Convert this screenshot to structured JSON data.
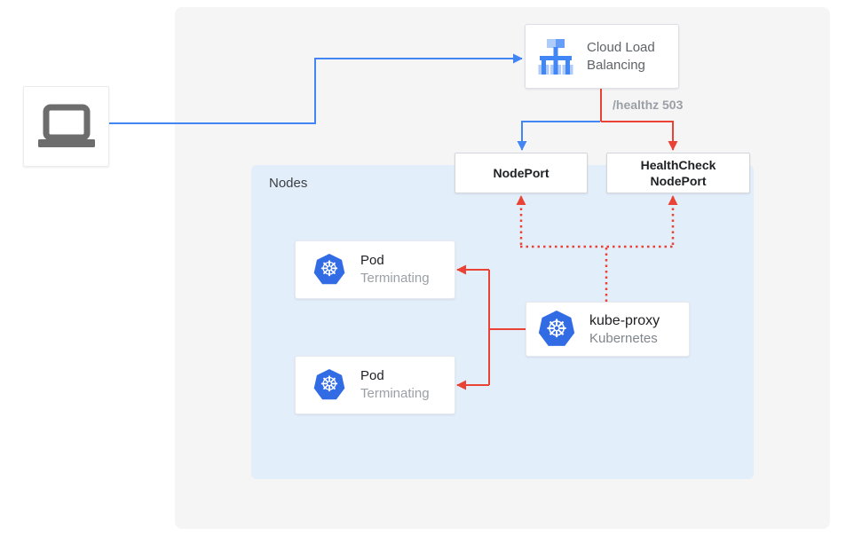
{
  "colors": {
    "blue": "#4285f4",
    "red": "#ea4335",
    "kubernetes_blue": "#326ce5",
    "panel_bg": "#f5f5f5",
    "nodes_bg": "#e3eefb",
    "dark_text": "#202124",
    "gray_text": "#5f6368",
    "muted_text": "#9aa0a6"
  },
  "icons": {
    "client": "laptop-icon",
    "cloud_lb": "cloud-load-balancing-icon",
    "pod": "kubernetes-icon",
    "kube_proxy": "kubernetes-icon"
  },
  "cloud_lb": {
    "label_line1": "Cloud Load",
    "label_line2": "Balancing"
  },
  "edge_label_healthz": "/healthz 503",
  "nodeport": {
    "label": "NodePort"
  },
  "healthcheck_nodeport": {
    "label_line1": "HealthCheck",
    "label_line2": "NodePort"
  },
  "nodes": {
    "label": "Nodes",
    "pods": [
      {
        "title": "Pod",
        "status": "Terminating"
      },
      {
        "title": "Pod",
        "status": "Terminating"
      }
    ],
    "kube_proxy": {
      "title": "kube-proxy",
      "subtitle": "Kubernetes"
    }
  }
}
